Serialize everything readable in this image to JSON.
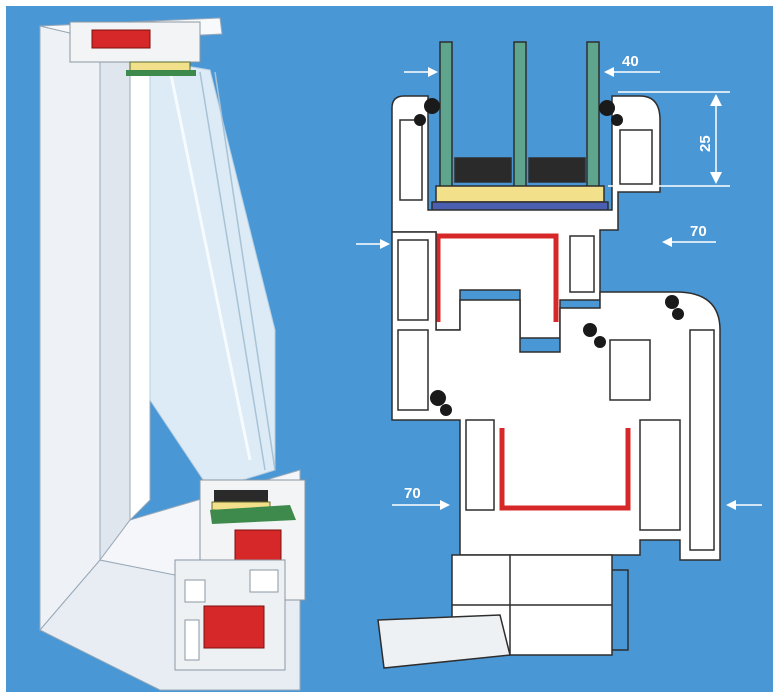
{
  "diagram": {
    "colors": {
      "background": "#4a97d6",
      "profile_fill": "#ffffff",
      "profile_outline": "#2e2e2e",
      "reinforcement": "#d62828",
      "glass": "#5fa58e",
      "spacer_dark": "#2a2a2a",
      "spacer_yellow": "#f2e08a",
      "spacer_blue": "#4b5fb0"
    },
    "dimensions": {
      "glazing_width": "40",
      "bead_height": "25",
      "sash_depth": "70",
      "frame_depth": "70"
    }
  }
}
